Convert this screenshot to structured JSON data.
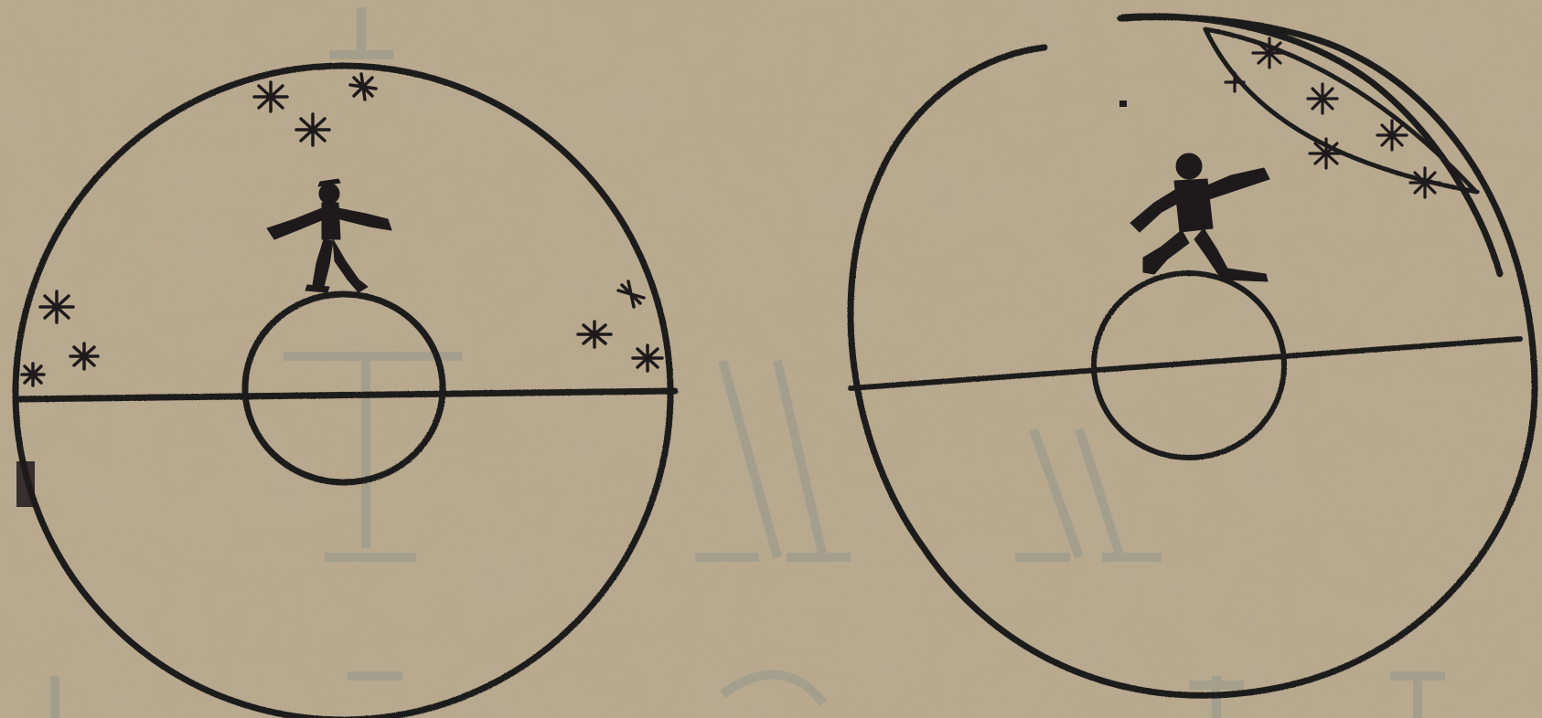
{
  "title": "",
  "caption": "",
  "palette": {
    "paper": "#b9a98c",
    "paper_dark": "#a8977a",
    "ink": "#1e1a1c",
    "bleed": "#7f8c8a"
  },
  "plates": [
    {
      "id": "left",
      "label": "",
      "description_icon": "figure-standing-on-globe-arms-outstretched",
      "star_count": 9,
      "ecliptic_band": false
    },
    {
      "id": "right",
      "label": "",
      "description_icon": "figure-striding-on-globe",
      "star_count": 6,
      "ecliptic_band": true
    }
  ]
}
